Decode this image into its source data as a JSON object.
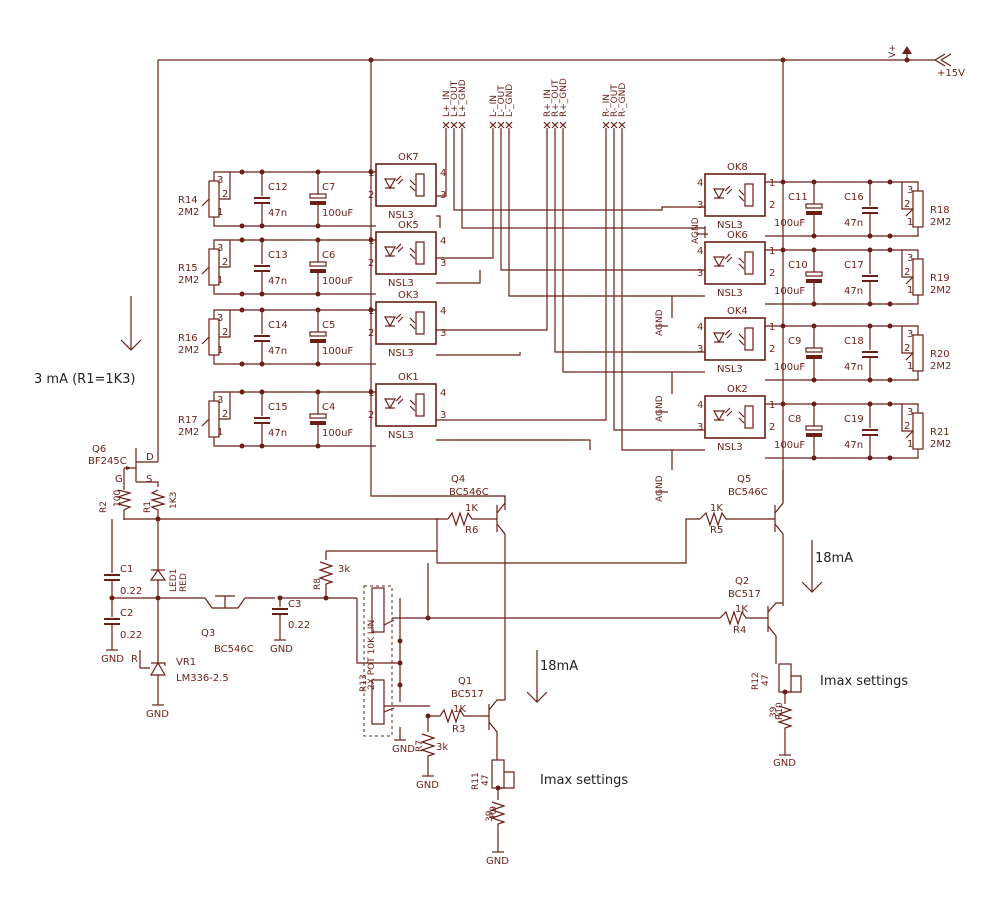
{
  "annotations": {
    "current_r1": "3 mA (R1=1K3)",
    "current_18ma_left": "18mA",
    "current_18ma_right": "18mA",
    "imax_left": "Imax settings",
    "imax_right": "Imax settings"
  },
  "supply": {
    "vplus": "V+",
    "voltage": "+15V"
  },
  "connectors": [
    "L+_IN",
    "L+_OUT",
    "L+_GND",
    "L-_IN",
    "L-_OUT",
    "L-_GND",
    "R+_IN",
    "R+_OUT",
    "R+_GND",
    "R-_IN",
    "R-_OUT",
    "R-_GND"
  ],
  "optos_left": [
    {
      "name": "OK7",
      "type": "NSL3"
    },
    {
      "name": "OK5",
      "type": "NSL3"
    },
    {
      "name": "OK3",
      "type": "NSL3"
    },
    {
      "name": "OK1",
      "type": "NSL3"
    }
  ],
  "optos_right": [
    {
      "name": "OK8",
      "type": "NSL3"
    },
    {
      "name": "OK6",
      "type": "NSL3"
    },
    {
      "name": "OK4",
      "type": "NSL3"
    },
    {
      "name": "OK2",
      "type": "NSL3"
    }
  ],
  "left_pots": [
    {
      "name": "R14",
      "value": "2M2",
      "cap_a": "C12",
      "cap_a_val": "47n",
      "cap_b": "C7",
      "cap_b_val": "100uF"
    },
    {
      "name": "R15",
      "value": "2M2",
      "cap_a": "C13",
      "cap_a_val": "47n",
      "cap_b": "C6",
      "cap_b_val": "100uF"
    },
    {
      "name": "R16",
      "value": "2M2",
      "cap_a": "C14",
      "cap_a_val": "47n",
      "cap_b": "C5",
      "cap_b_val": "100uF"
    },
    {
      "name": "R17",
      "value": "2M2",
      "cap_a": "C15",
      "cap_a_val": "47n",
      "cap_b": "C4",
      "cap_b_val": "100uF"
    }
  ],
  "right_pots": [
    {
      "name": "R18",
      "value": "2M2",
      "cap_a": "C16",
      "cap_a_val": "47n",
      "cap_b": "C11",
      "cap_b_val": "100uF"
    },
    {
      "name": "R19",
      "value": "2M2",
      "cap_a": "C17",
      "cap_a_val": "47n",
      "cap_b": "C10",
      "cap_b_val": "100uF"
    },
    {
      "name": "R20",
      "value": "2M2",
      "cap_a": "C18",
      "cap_a_val": "47n",
      "cap_b": "C9",
      "cap_b_val": "100uF"
    },
    {
      "name": "R21",
      "value": "2M2",
      "cap_a": "C19",
      "cap_a_val": "47n",
      "cap_b": "C8",
      "cap_b_val": "100uF"
    }
  ],
  "agnd_label": "AGND",
  "gnd_label": "GND",
  "components": {
    "q6_name": "Q6",
    "q6_type": "BF245C",
    "q6_d": "D",
    "q6_g": "G",
    "q6_s": "S",
    "r2_name": "R2",
    "r2_val": "100",
    "r1_name": "R1",
    "r1_val": "1K3",
    "c1_name": "C1",
    "c1_val": "0.22",
    "c2_name": "C2",
    "c2_val": "0.22",
    "led1_name": "LED1",
    "led1_val": "RED",
    "q3_name": "Q3",
    "q3_type": "BC546C",
    "c3_name": "C3",
    "c3_val": "0.22",
    "r8_name": "R8",
    "r8_val": "3k",
    "vr1_name": "VR1",
    "vr1_type": "LM336-2.5",
    "vr1_r": "R",
    "r13_name": "R13",
    "r13_val": "2X POT 10K LIN",
    "q4_name": "Q4",
    "q4_type": "BC546C",
    "r6_name": "R6",
    "r6_val": "1K",
    "q5_name": "Q5",
    "q5_type": "BC546C",
    "r5_name": "R5",
    "r5_val": "1K",
    "q1_name": "Q1",
    "q1_type": "BC517",
    "r3_name": "R3",
    "r3_val": "1K",
    "r7_name": "R7",
    "r7_val": "3k",
    "r11_name": "R11",
    "r11_val": "47",
    "r9_name": "R9",
    "r9_val": "39",
    "q2_name": "Q2",
    "q2_type": "BC517",
    "r4_name": "R4",
    "r4_val": "1K",
    "r12_name": "R12",
    "r12_val": "47",
    "r10_name": "R10",
    "r10_val": "39"
  }
}
